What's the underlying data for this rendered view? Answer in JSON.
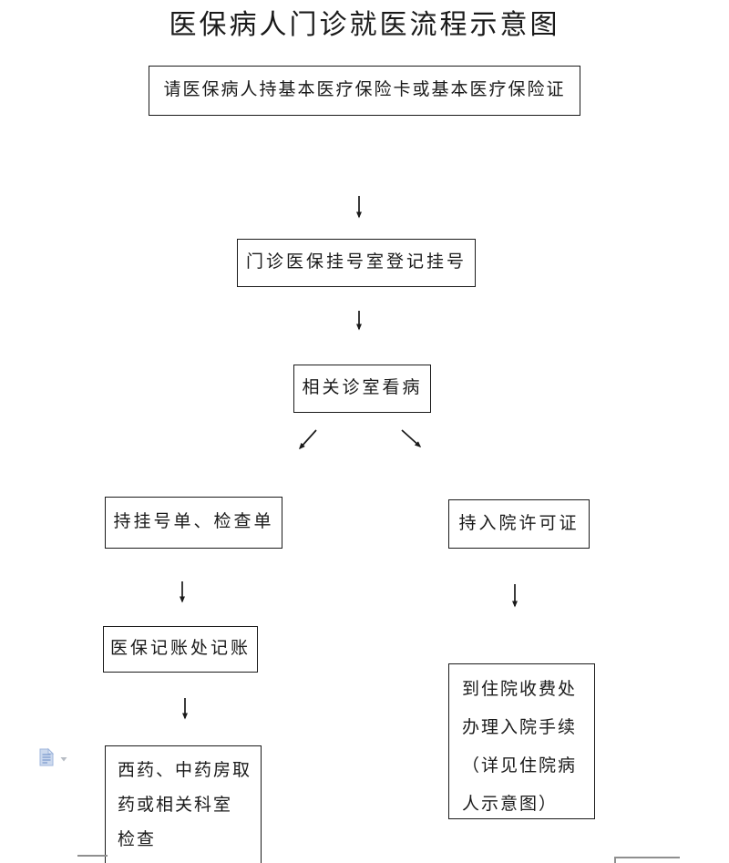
{
  "title": "医保病人门诊就医流程示意图",
  "colors": {
    "text": "#1a1a1a",
    "box_border": "#1a1a1a",
    "arrow": "#1a1a1a",
    "paste_icon_fill": "#ccd9ee",
    "paste_icon_stroke": "#9fb6dc",
    "partial_box_stroke": "#8f8f8f"
  },
  "icons": {
    "paste_options": "paste-options-icon",
    "paste_dropdown": "chevron-down-icon"
  },
  "nodes": {
    "hold_card": {
      "text": "请医保病人持基本医疗保险卡或基本医疗保险证"
    },
    "register": {
      "text": "门诊医保挂号室登记挂号"
    },
    "clinic": {
      "text": "相关诊室看病"
    },
    "hold_slips": {
      "text": "持挂号单、检查单"
    },
    "admission_permit": {
      "text": "持入院许可证"
    },
    "billing": {
      "text": "医保记账处记账"
    },
    "pharmacy": {
      "text": "西药、中药房取\n药或相关科室\n检查"
    },
    "admission_office": {
      "text": "到住院收费处\n办理入院手续\n（详见住院病\n人示意图）"
    }
  },
  "edges": [
    {
      "from": "hold_card",
      "to": "register"
    },
    {
      "from": "register",
      "to": "clinic"
    },
    {
      "from": "clinic",
      "to": "hold_slips"
    },
    {
      "from": "clinic",
      "to": "admission_permit"
    },
    {
      "from": "hold_slips",
      "to": "billing"
    },
    {
      "from": "billing",
      "to": "pharmacy"
    },
    {
      "from": "admission_permit",
      "to": "admission_office"
    }
  ]
}
